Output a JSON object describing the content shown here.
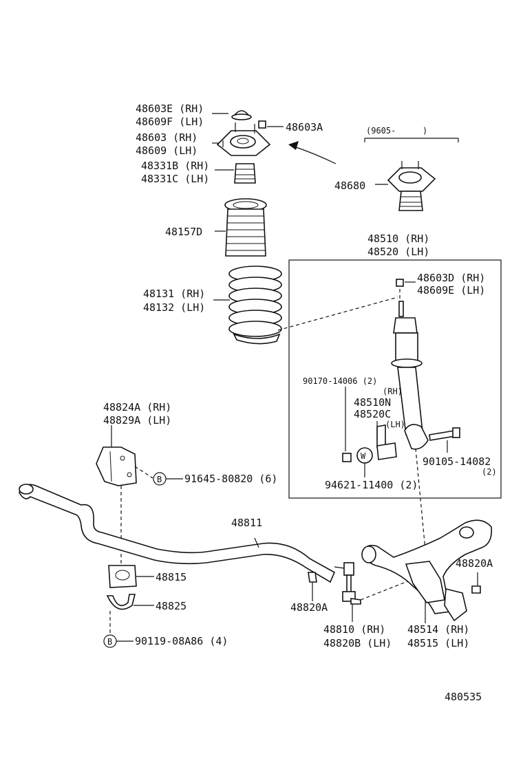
{
  "labels": {
    "l48603E": "48603E (RH)",
    "l48609F": "48609F (LH)",
    "l48603": "48603 (RH)",
    "l48609": "48609 (LH)",
    "l48603A": "48603A",
    "l48331B": "48331B (RH)",
    "l48331C": "48331C (LH)",
    "l48157D": "48157D",
    "l48131": "48131 (RH)",
    "l48132": "48132 (LH)",
    "l9605": "(9605-",
    "l9605close": ")",
    "l48680": "48680",
    "l48510": "48510 (RH)",
    "l48520": "48520 (LH)",
    "l48603D": "48603D (RH)",
    "l48609E": "48609E (LH)",
    "l90170": "90170-14006 (2)",
    "lRH": "(RH)",
    "l48510N": "48510N",
    "l48520C": "48520C",
    "lLH": "(LH)",
    "l90105": "90105-14082",
    "l90105n": "(2)",
    "l94621": "94621-11400 (2)",
    "washerW": "W",
    "l48824A": "48824A (RH)",
    "l48829A": "48829A (LH)",
    "l91645": "91645-80820 (6)",
    "l48811": "48811",
    "l48815": "48815",
    "l48825": "48825",
    "l90119": "90119-08A86 (4)",
    "l48820A_1": "48820A",
    "l48820A_2": "48820A",
    "l48810": "48810   (RH)",
    "l48820B": "48820B (LH)",
    "l48514": "48514 (RH)",
    "l48515": "48515 (LH)",
    "badgeB1": "B",
    "badgeB2": "B",
    "figureNo": "480535"
  },
  "icons": [
    "upper-support-icon",
    "coil-spring-icon",
    "shock-absorber-icon",
    "stabilizer-bar-icon",
    "lower-arm-icon",
    "bushing-icon",
    "nut-icon",
    "bolt-icon"
  ]
}
